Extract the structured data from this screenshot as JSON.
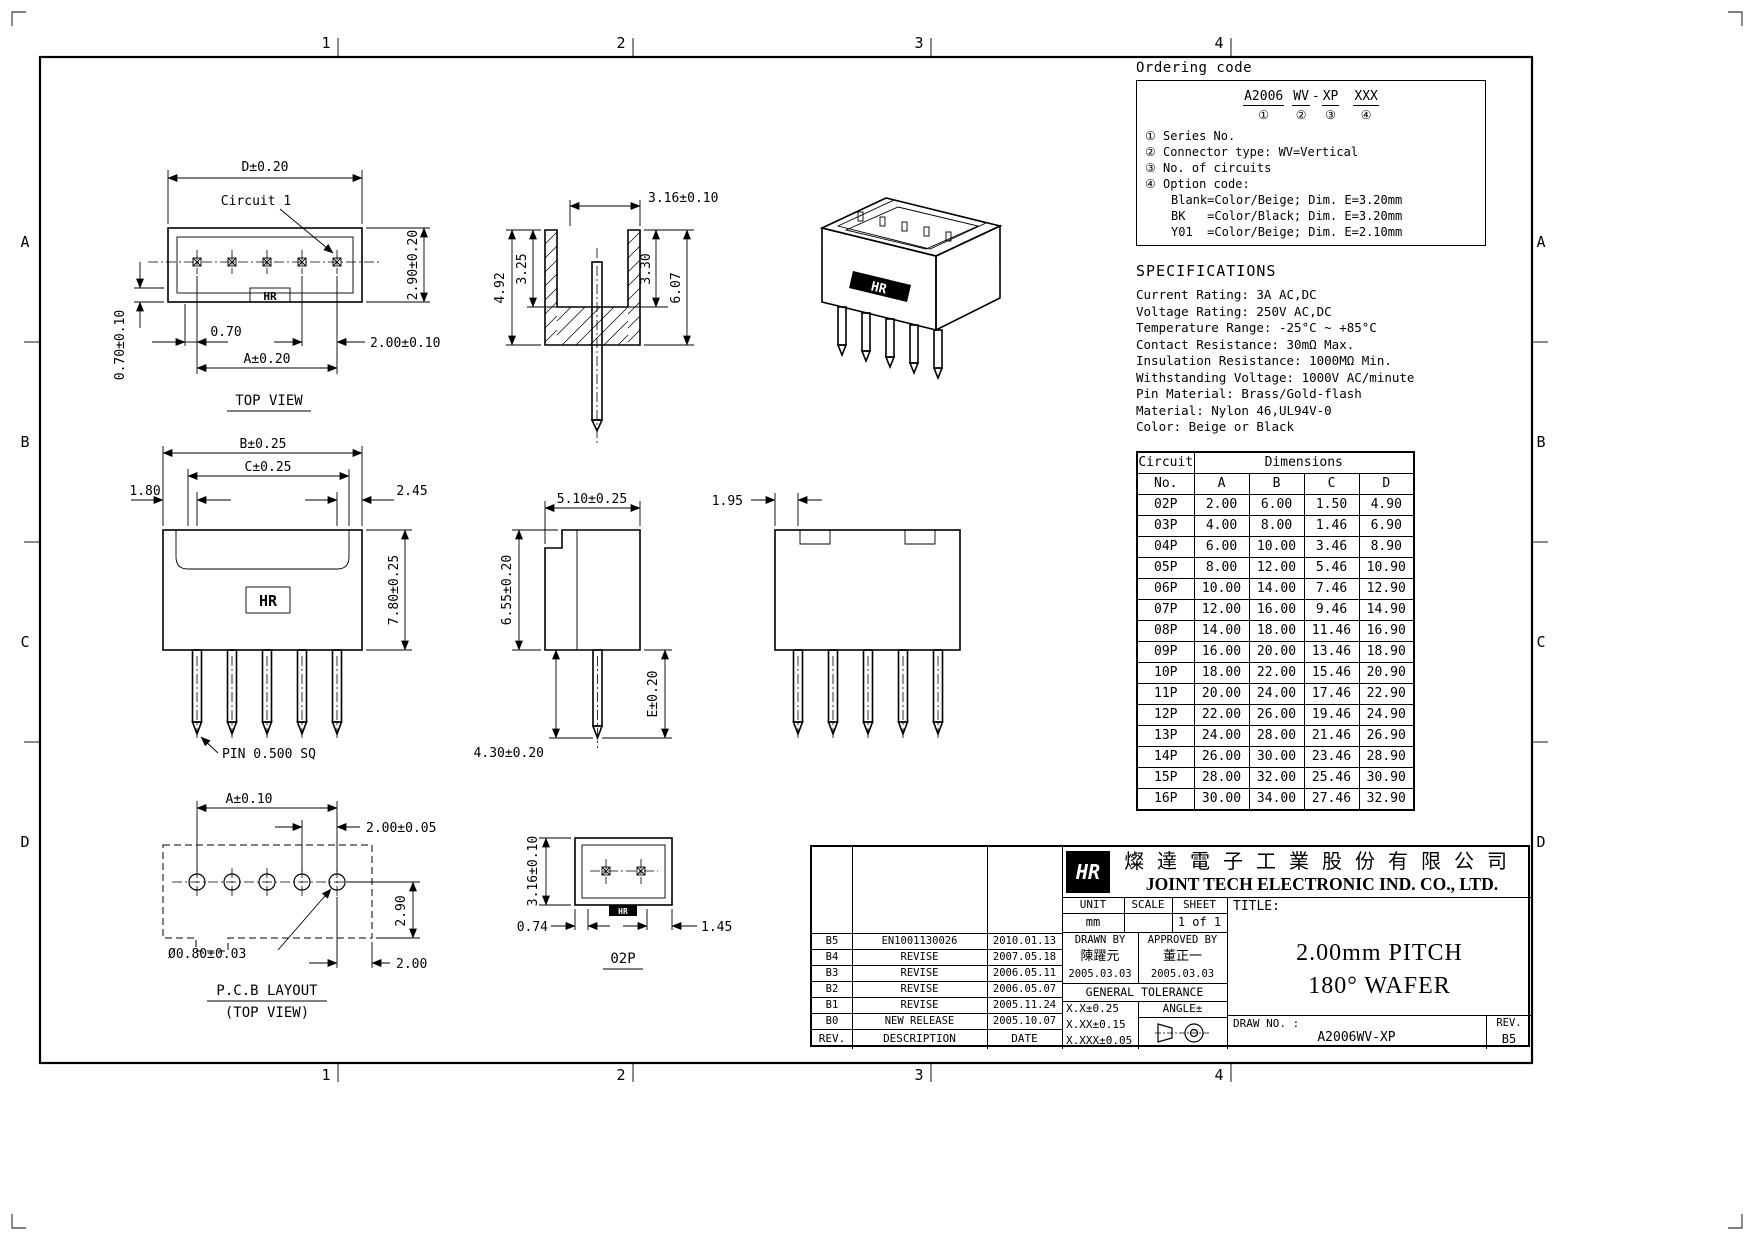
{
  "frame": {
    "cols": [
      "1",
      "2",
      "3",
      "4"
    ],
    "rows": [
      "A",
      "B",
      "C",
      "D"
    ]
  },
  "ordering": {
    "title": "Ordering code",
    "code": {
      "p1": "A2006",
      "p2": "WV",
      "dash": "-",
      "p3": "XP",
      "p4": "XXX",
      "n1": "①",
      "n2": "②",
      "n3": "③",
      "n4": "④"
    },
    "items": [
      "① Series No.",
      "② Connector type: WV=Vertical",
      "③ No. of circuits",
      "④ Option code:"
    ],
    "options": [
      "Blank=Color/Beige; Dim. E=3.20mm",
      "BK   =Color/Black; Dim. E=3.20mm",
      "Y01  =Color/Beige; Dim. E=2.10mm"
    ]
  },
  "specs": {
    "title": "SPECIFICATIONS",
    "lines": [
      "Current Rating: 3A AC,DC",
      "Voltage Rating: 250V AC,DC",
      "Temperature Range: -25°C ~ +85°C",
      "Contact Resistance: 30mΩ Max.",
      "Insulation Resistance: 1000MΩ Min.",
      "Withstanding Voltage: 1000V AC/minute",
      "Pin Material: Brass/Gold-flash",
      "Material: Nylon 46,UL94V-0",
      "Color: Beige or Black"
    ]
  },
  "dim_table": {
    "h_circuit": "Circuit",
    "h_dimensions": "Dimensions",
    "h_no": "No.",
    "cols": [
      "A",
      "B",
      "C",
      "D"
    ],
    "rows": [
      [
        "02P",
        "2.00",
        "6.00",
        "1.50",
        "4.90"
      ],
      [
        "03P",
        "4.00",
        "8.00",
        "1.46",
        "6.90"
      ],
      [
        "04P",
        "6.00",
        "10.00",
        "3.46",
        "8.90"
      ],
      [
        "05P",
        "8.00",
        "12.00",
        "5.46",
        "10.90"
      ],
      [
        "06P",
        "10.00",
        "14.00",
        "7.46",
        "12.90"
      ],
      [
        "07P",
        "12.00",
        "16.00",
        "9.46",
        "14.90"
      ],
      [
        "08P",
        "14.00",
        "18.00",
        "11.46",
        "16.90"
      ],
      [
        "09P",
        "16.00",
        "20.00",
        "13.46",
        "18.90"
      ],
      [
        "10P",
        "18.00",
        "22.00",
        "15.46",
        "20.90"
      ],
      [
        "11P",
        "20.00",
        "24.00",
        "17.46",
        "22.90"
      ],
      [
        "12P",
        "22.00",
        "26.00",
        "19.46",
        "24.90"
      ],
      [
        "13P",
        "24.00",
        "28.00",
        "21.46",
        "26.90"
      ],
      [
        "14P",
        "26.00",
        "30.00",
        "23.46",
        "28.90"
      ],
      [
        "15P",
        "28.00",
        "32.00",
        "25.46",
        "30.90"
      ],
      [
        "16P",
        "30.00",
        "34.00",
        "27.46",
        "32.90"
      ]
    ]
  },
  "titleblock": {
    "logo_text": "HR",
    "company_cn": "燦達電子工業股份有限公司",
    "company_en": "JOINT TECH ELECTRONIC IND. CO., LTD.",
    "unit_label": "UNIT",
    "unit_value": "mm",
    "scale_label": "SCALE",
    "scale_value": "",
    "sheet_label": "SHEET",
    "sheet_value": "1 of 1",
    "title_label": "TITLE:",
    "title_line1": "2.00mm PITCH",
    "title_line2": "180° WAFER",
    "revisions": [
      [
        "B5",
        "EN1001130026",
        "2010.01.13"
      ],
      [
        "B4",
        "REVISE",
        "2007.05.18"
      ],
      [
        "B3",
        "REVISE",
        "2006.05.11"
      ],
      [
        "B2",
        "REVISE",
        "2006.05.07"
      ],
      [
        "B1",
        "REVISE",
        "2005.11.24"
      ],
      [
        "B0",
        "NEW RELEASE",
        "2005.10.07"
      ]
    ],
    "rev_header": [
      "REV.",
      "DESCRIPTION",
      "DATE"
    ],
    "drawn_label": "DRAWN BY",
    "drawn_name": "陳躍元",
    "drawn_date": "2005.03.03",
    "approved_label": "APPROVED BY",
    "approved_name": "董正一",
    "approved_date": "2005.03.03",
    "tol_label": "GENERAL TOLERANCE",
    "tolerances": [
      "X.X±0.25",
      "X.XX±0.15",
      "X.XXX±0.05"
    ],
    "angle_label": "ANGLE±",
    "drawno_label": "DRAW NO. :",
    "drawno_value": "A2006WV-XP",
    "rev_label": "REV.",
    "rev_value": "B5"
  },
  "dims": {
    "hr": "HR",
    "top_view": {
      "d": "D±0.20",
      "circuit1": "Circuit 1",
      "h290": "2.90±0.20",
      "w070": "0.70",
      "p200": "2.00±0.10",
      "a": "A±0.20",
      "v070": "0.70±0.10",
      "label": "TOP VIEW"
    },
    "section": {
      "w316": "3.16±0.10",
      "h492": "4.92",
      "h325": "3.25",
      "h330": "3.30",
      "h607": "6.07"
    },
    "front": {
      "b": "B±0.25",
      "c": "C±0.25",
      "l180": "1.80",
      "r245": "2.45",
      "h780": "7.80±0.25",
      "pin": "PIN 0.500 SQ"
    },
    "side": {
      "w510": "5.10±0.25",
      "h655": "6.55±0.20",
      "l430": "4.30±0.20",
      "e": "E±0.20"
    },
    "front2": {
      "l195": "1.95"
    },
    "pcb": {
      "a": "A±0.10",
      "p200": "2.00±0.05",
      "h290": "2.90",
      "hole": "Ø0.80±0.03",
      "e200": "2.00",
      "label1": "P.C.B LAYOUT",
      "label2": "(TOP VIEW)"
    },
    "p02": {
      "h316": "3.16±0.10",
      "l074": "0.74",
      "r145": "1.45",
      "label": "02P"
    }
  }
}
